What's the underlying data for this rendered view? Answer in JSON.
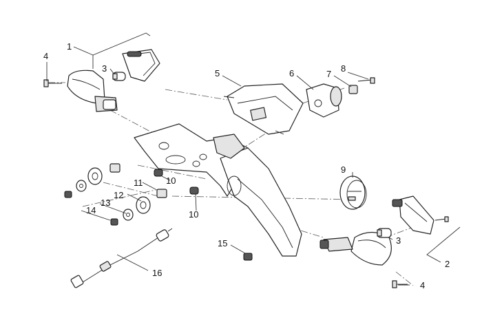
{
  "diagram": {
    "callouts": [
      {
        "id": "c1",
        "text": "1"
      },
      {
        "id": "c2",
        "text": "2"
      },
      {
        "id": "c3a",
        "text": "3"
      },
      {
        "id": "c3b",
        "text": "3"
      },
      {
        "id": "c4a",
        "text": "4"
      },
      {
        "id": "c4b",
        "text": "4"
      },
      {
        "id": "c5",
        "text": "5"
      },
      {
        "id": "c6",
        "text": "6"
      },
      {
        "id": "c7",
        "text": "7"
      },
      {
        "id": "c8",
        "text": "8"
      },
      {
        "id": "c9",
        "text": "9"
      },
      {
        "id": "c10a",
        "text": "10"
      },
      {
        "id": "c10b",
        "text": "10"
      },
      {
        "id": "c11",
        "text": "11"
      },
      {
        "id": "c12",
        "text": "12"
      },
      {
        "id": "c13",
        "text": "13"
      },
      {
        "id": "c14",
        "text": "14"
      },
      {
        "id": "c15",
        "text": "15"
      },
      {
        "id": "c16",
        "text": "16"
      }
    ]
  }
}
